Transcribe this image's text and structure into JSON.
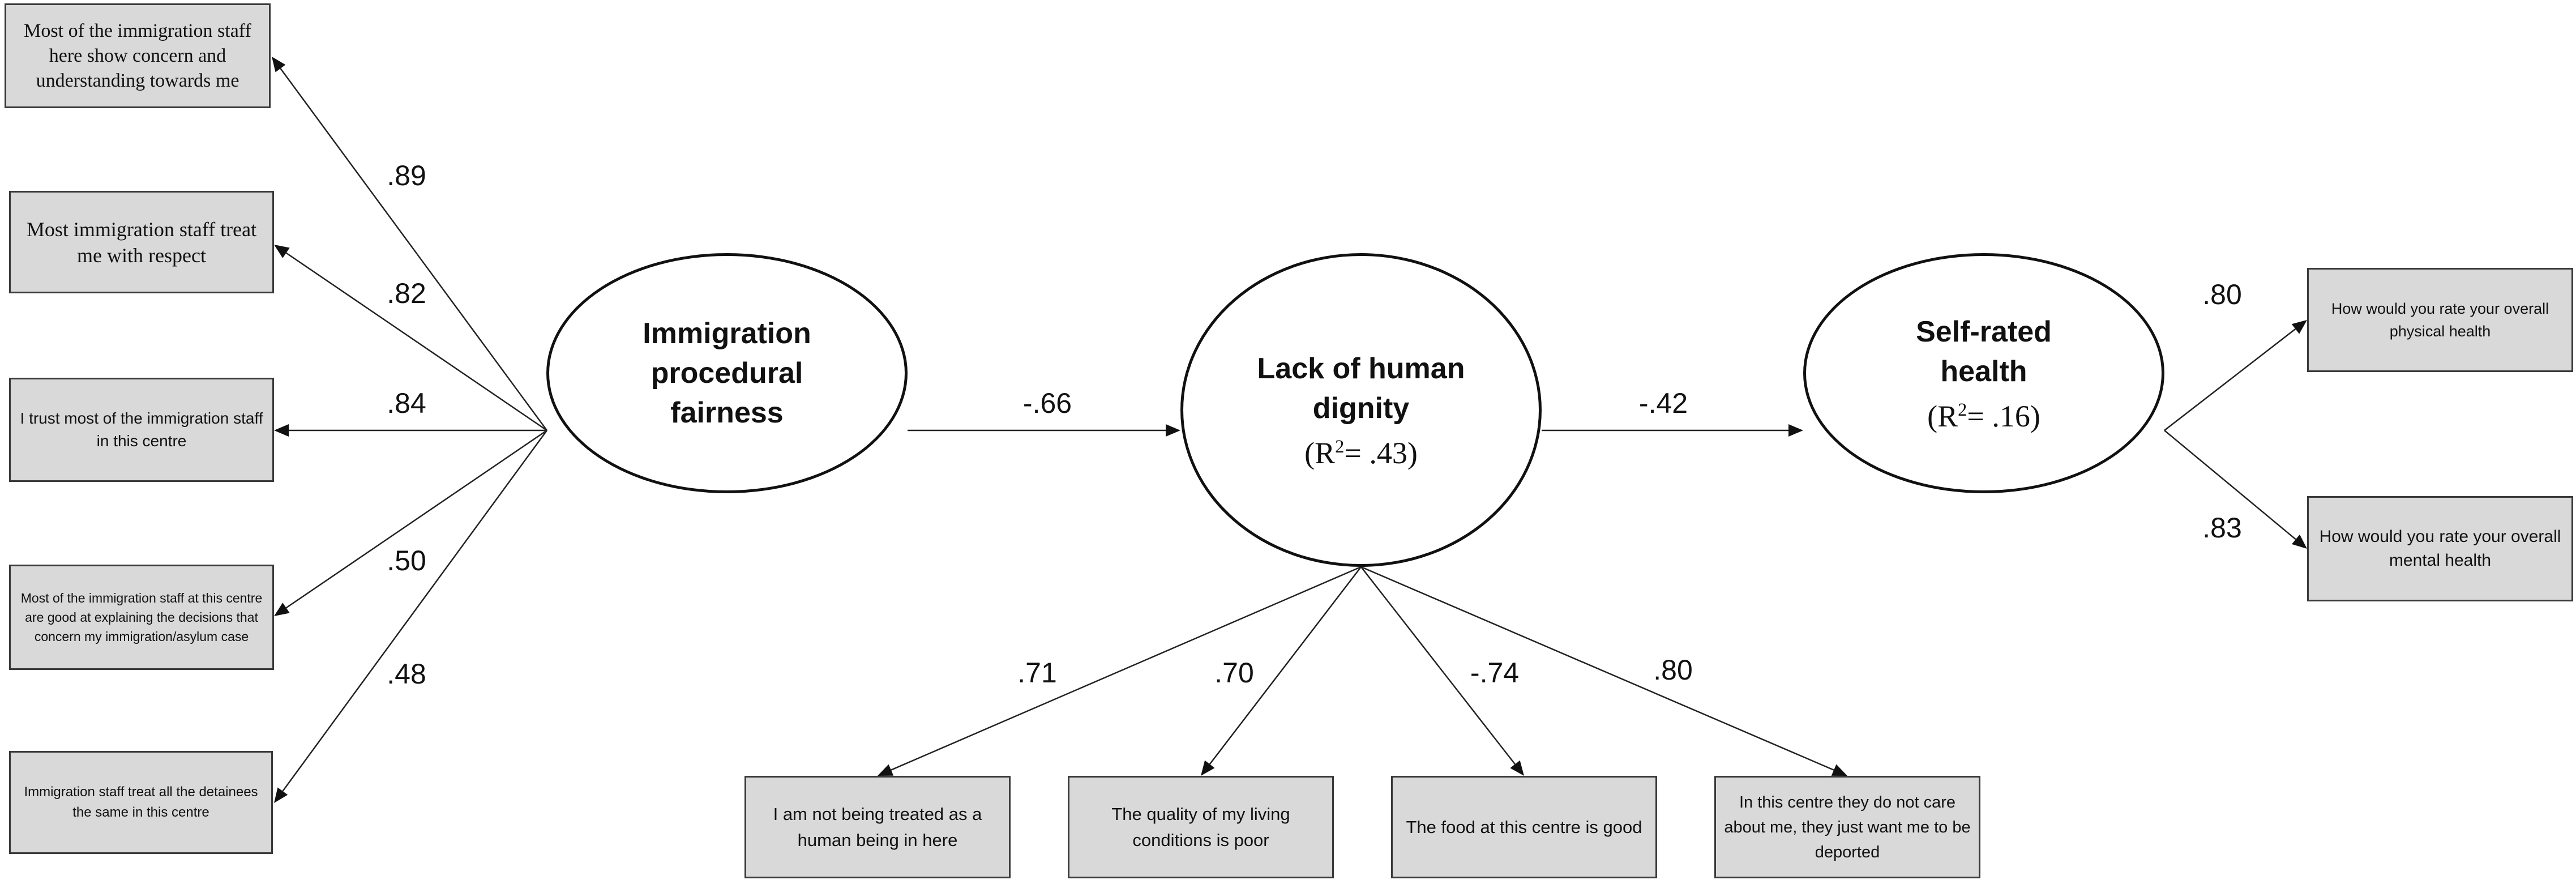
{
  "latents": {
    "fairness": {
      "name_lines": [
        "Immigration",
        "procedural",
        "fairness"
      ]
    },
    "dignity": {
      "name_lines": [
        "Lack of human",
        "dignity"
      ],
      "r2_prefix": "(R",
      "r2_sup": "2",
      "r2_value": "= .43)"
    },
    "health": {
      "name_lines": [
        "Self-rated",
        "health"
      ],
      "r2_prefix": "(R",
      "r2_sup": "2",
      "r2_value": "= .16)"
    }
  },
  "fairness_items": [
    {
      "text": "Most of the immigration staff here show concern and understanding towards me",
      "loading": ".89"
    },
    {
      "text": "Most immigration staff treat me with respect",
      "loading": ".82"
    },
    {
      "text": "I trust most of the immigration staff in this centre",
      "loading": ".84"
    },
    {
      "text": "Most of the immigration staff at this centre are good at explaining the decisions that concern my immigration/asylum case",
      "loading": ".50"
    },
    {
      "text": "Immigration staff treat all the detainees the same in this centre",
      "loading": ".48"
    }
  ],
  "dignity_items": [
    {
      "text": "I am not being treated as a human being in here",
      "loading": ".71"
    },
    {
      "text": "The quality of my living conditions is poor",
      "loading": ".70"
    },
    {
      "text": "The food at this centre is good",
      "loading": "-.74"
    },
    {
      "text": "In this centre they do not care about me, they just want me to be deported",
      "loading": ".80"
    }
  ],
  "health_items": [
    {
      "text": "How would you rate your overall physical health",
      "loading": ".80"
    },
    {
      "text": "How would you rate your overall mental health",
      "loading": ".83"
    }
  ],
  "paths": {
    "fairness_to_dignity": "-.66",
    "dignity_to_health": "-.42"
  }
}
